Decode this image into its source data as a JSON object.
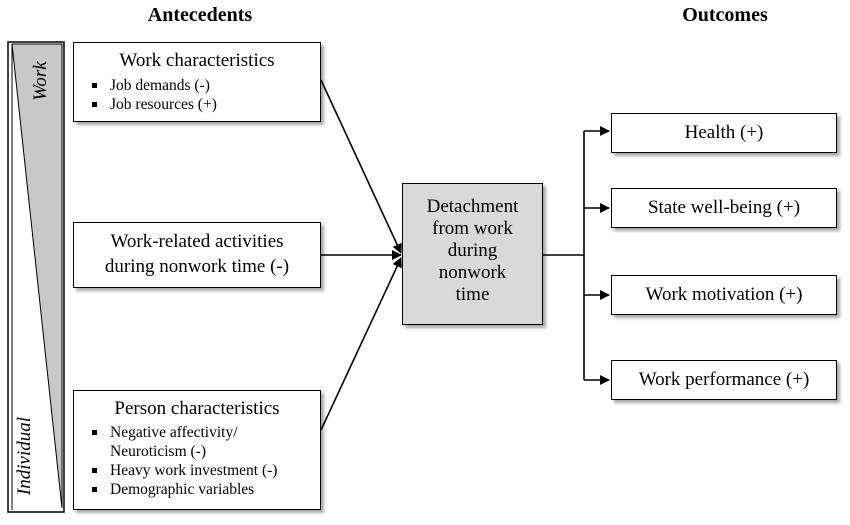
{
  "headers": {
    "antecedents": "Antecedents",
    "outcomes": "Outcomes"
  },
  "wedge": {
    "top_label": "Work",
    "bottom_label": "Individual"
  },
  "antecedents": {
    "work_characteristics": {
      "title": "Work characteristics",
      "items": [
        "Job demands (-)",
        "Job resources (+)"
      ]
    },
    "work_related_activities": {
      "line1": "Work-related activities",
      "line2": "during nonwork time (-)"
    },
    "person_characteristics": {
      "title": "Person characteristics",
      "items": [
        "Negative affectivity/",
        "Neuroticism (-)",
        "Heavy work investment (-)",
        "Demographic variables"
      ]
    }
  },
  "center": {
    "lines": [
      "Detachment",
      "from work",
      "during",
      "nonwork",
      "time"
    ]
  },
  "outcomes": {
    "items": [
      "Health (+)",
      "State well-being (+)",
      "Work motivation (+)",
      "Work performance (+)"
    ]
  },
  "colors": {
    "center_fill": "#d9d9d9",
    "wedge_fill": "#c8c8c8"
  }
}
